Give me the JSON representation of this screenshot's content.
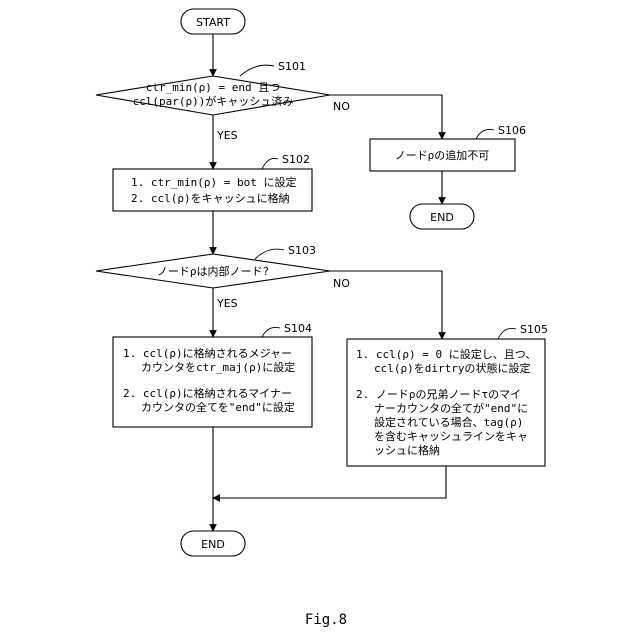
{
  "start": {
    "label": "START"
  },
  "s101": {
    "step": "S101",
    "line1": "ctr_min(ρ) = end 且つ",
    "line2": "ccl(par(ρ))がキャッシュ済み",
    "no": "NO",
    "yes": "YES"
  },
  "s102": {
    "step": "S102",
    "line1": "1. ctr_min(ρ) = bot に設定",
    "line2": "2. ccl(ρ)をキャッシュに格納"
  },
  "s103": {
    "step": "S103",
    "line1": "ノードρは内部ノード?",
    "no": "NO",
    "yes": "YES"
  },
  "s104": {
    "step": "S104",
    "line1": "1. ccl(ρ)に格納されるメジャー",
    "line2": "カウンタをctr_maj(ρ)に設定",
    "line3": "2. ccl(ρ)に格納されるマイナー",
    "line4": "カウンタの全てを\"end\"に設定"
  },
  "s105": {
    "step": "S105",
    "line1": "1. ccl(ρ) = 0 に設定し、且つ、",
    "line2": "ccl(ρ)をdirtryの状態に設定",
    "line3": "2. ノードρの兄弟ノードτのマイ",
    "line4": "ナーカウンタの全てが\"end\"に",
    "line5": "設定されている場合、tag(ρ)",
    "line6": "を含むキャッシュラインをキャ",
    "line7": "ッシュに格納"
  },
  "s106": {
    "step": "S106",
    "line1": "ノードρの追加不可"
  },
  "end_right": {
    "label": "END"
  },
  "end_bottom": {
    "label": "END"
  },
  "caption": "Fig.8"
}
